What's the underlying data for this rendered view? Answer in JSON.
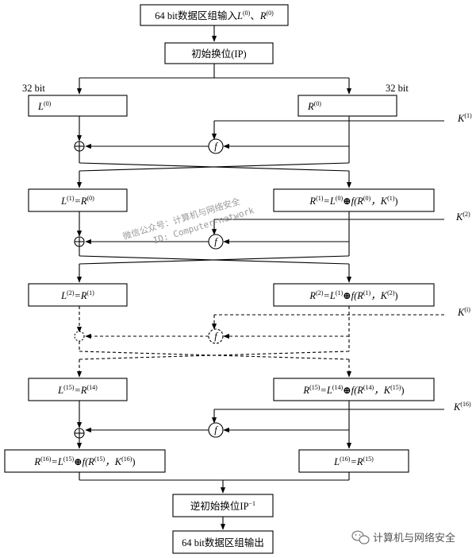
{
  "diagram": {
    "input_box": {
      "prefix": "64 bit数据区组输入",
      "L": "L",
      "sup0": "(0)",
      "sep": "、",
      "R": "R",
      "sup1": "(0)"
    },
    "ip_box": "初始换位(IP)",
    "bits_left": "32 bit",
    "bits_right": "32 bit",
    "f_symbol": "f",
    "xor_symbol": "⊕",
    "rounds": [
      {
        "L": "L",
        "Lsup": "(0)",
        "R": "R",
        "Rsup": "(0)",
        "key": "K",
        "ksup": "(1)"
      },
      {
        "left": [
          "L",
          "(1)",
          "=R",
          "(0)"
        ],
        "right": [
          "R",
          "(1)",
          "=L",
          "(0)",
          "⊕",
          "f",
          "(R",
          "(0)",
          "，K",
          "(1)",
          ")"
        ],
        "key": "K",
        "ksup": "(2)"
      },
      {
        "left": [
          "L",
          "(2)",
          "=R",
          "(1)"
        ],
        "right": [
          "R",
          "(2)",
          "=L",
          "(1)",
          "⊕",
          "f",
          "(R",
          "(1)",
          "，K",
          "(2)",
          ")"
        ],
        "key": "K",
        "ksup": "(i)"
      },
      {
        "left": [
          "L",
          "(15)",
          "=R",
          "(14)"
        ],
        "right": [
          "R",
          "(15)",
          "=L",
          "(14)",
          "⊕",
          "f",
          "(R",
          "(14)",
          "，K",
          "(15)",
          ")"
        ],
        "key": "K",
        "ksup": "(16)"
      },
      {
        "left": [
          "R",
          "(16)",
          "=L",
          "(15)",
          "⊕",
          "f",
          "(R",
          "(15)",
          "，K",
          "(16)",
          ")"
        ],
        "right": [
          "L",
          "(16)",
          "=R",
          "(15)"
        ]
      }
    ],
    "inverse_box": {
      "text": "逆初始换位IP",
      "sup": "−1"
    },
    "output_box": "64 bit数据区组输出"
  },
  "watermark": {
    "line1": "微信公众号：计算机与网络安全",
    "line2": "ID: Computer-network"
  },
  "brand": {
    "icon": "wechat-icon",
    "label": "计算机与网络安全"
  }
}
